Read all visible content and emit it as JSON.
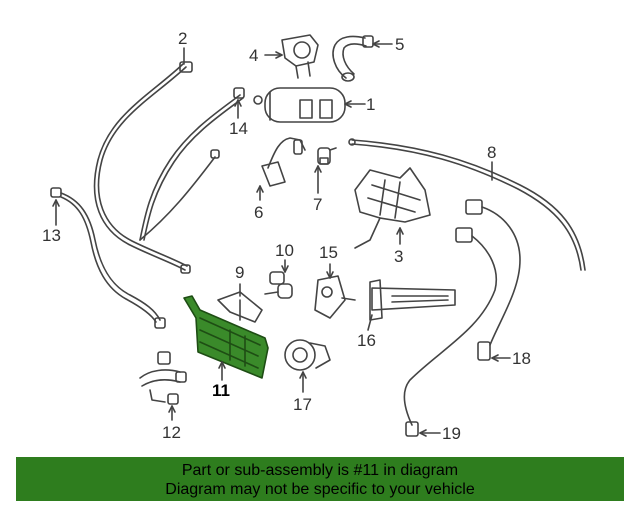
{
  "diagram": {
    "callouts": [
      {
        "id": "1",
        "label": "1"
      },
      {
        "id": "2",
        "label": "2"
      },
      {
        "id": "3",
        "label": "3"
      },
      {
        "id": "4",
        "label": "4"
      },
      {
        "id": "5",
        "label": "5"
      },
      {
        "id": "6",
        "label": "6"
      },
      {
        "id": "7",
        "label": "7"
      },
      {
        "id": "8",
        "label": "8"
      },
      {
        "id": "9",
        "label": "9"
      },
      {
        "id": "10",
        "label": "10"
      },
      {
        "id": "11",
        "label": "11"
      },
      {
        "id": "12",
        "label": "12"
      },
      {
        "id": "13",
        "label": "13"
      },
      {
        "id": "14",
        "label": "14"
      },
      {
        "id": "15",
        "label": "15"
      },
      {
        "id": "16",
        "label": "16"
      },
      {
        "id": "17",
        "label": "17"
      },
      {
        "id": "18",
        "label": "18"
      },
      {
        "id": "19",
        "label": "19"
      }
    ],
    "highlight_part": "11",
    "colors": {
      "highlight": "#3a8a2a",
      "line": "#444444",
      "banner": "#2e7d1e"
    }
  },
  "banner": {
    "line1": "Part or sub-assembly is #11 in diagram",
    "line2": "Diagram may not be specific to your vehicle"
  }
}
